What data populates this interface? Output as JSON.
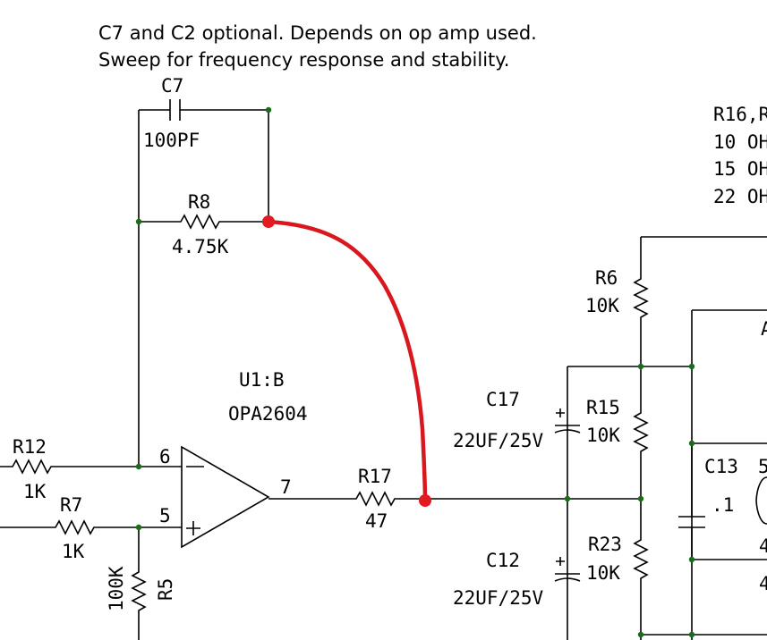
{
  "notes": {
    "line1": "C7 and C2 optional. Depends on op amp used.",
    "line2": "Sweep for frequency response and stability."
  },
  "components": {
    "c7": {
      "ref": "C7",
      "value": "100PF"
    },
    "r8": {
      "ref": "R8",
      "value": "4.75K"
    },
    "u1": {
      "ref": "U1:B",
      "part": "OPA2604"
    },
    "r12": {
      "ref": "R12",
      "value": "1K"
    },
    "r7": {
      "ref": "R7",
      "value": "1K"
    },
    "r5": {
      "ref": "R5",
      "value": "100K"
    },
    "r17": {
      "ref": "R17",
      "value": "47"
    },
    "c17": {
      "ref": "C17",
      "value": "22UF/25V"
    },
    "c12": {
      "ref": "C12",
      "value": "22UF/25V"
    },
    "r6": {
      "ref": "R6",
      "value": "10K"
    },
    "r15": {
      "ref": "R15",
      "value": "10K"
    },
    "r23": {
      "ref": "R23",
      "value": "10K"
    },
    "c13": {
      "ref": "C13",
      "value": ".1"
    }
  },
  "pins": {
    "inv": "6",
    "noninv": "5",
    "out": "7",
    "minus": "−",
    "plus": "+"
  },
  "partial_text": {
    "r16": "R16,R",
    "l1": "10 OH",
    "l2": "15 OH",
    "l3": "22 OH",
    "c13pin": "5",
    "pin4a": "4",
    "pin4b": "4",
    "misc": "A"
  },
  "colors": {
    "wire": "#000000",
    "node": "#1a6b1a",
    "annotation": "#d8181e"
  }
}
